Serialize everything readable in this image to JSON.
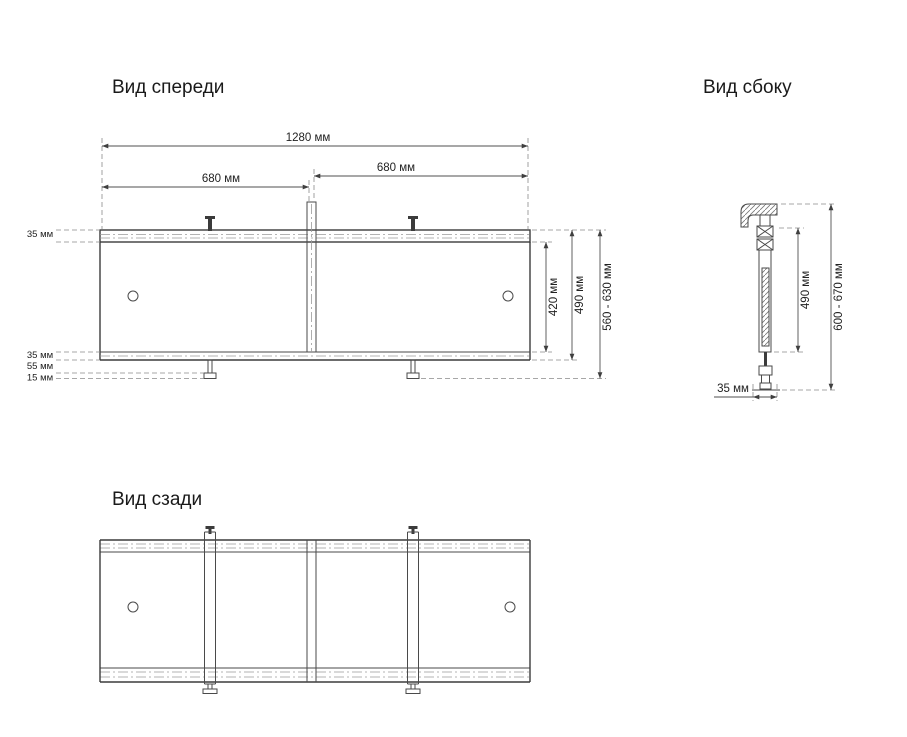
{
  "page": {
    "background": "#ffffff",
    "line_color": "#3b3b3b",
    "dim_color": "#4a4a4a"
  },
  "views": {
    "front": {
      "title": "Вид спереди",
      "dims": {
        "total_width": "1280 мм",
        "left_panel_width": "680 мм",
        "right_panel_width": "680 мм",
        "top_rail_height": "35 мм",
        "opening_height": "420 мм",
        "panel_height": "490 мм",
        "overall_height": "560 - 630 мм",
        "bottom_rail_height": "35 мм",
        "plinth_height": "55 мм",
        "foot_height": "15 мм"
      }
    },
    "side": {
      "title": "Вид сбоку",
      "dims": {
        "overall_height": "600 - 670 мм",
        "panel_height": "490 мм",
        "depth": "35 мм"
      }
    },
    "back": {
      "title": "Вид сзади"
    }
  }
}
